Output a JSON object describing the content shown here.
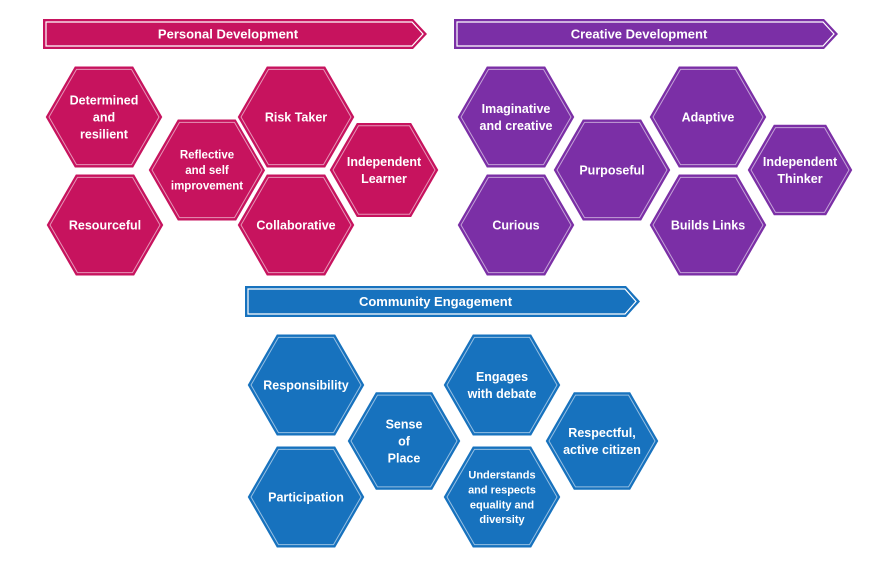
{
  "colors": {
    "personal": "#c7135e",
    "creative": "#7b2fa6",
    "community": "#1772be",
    "outline": "#ffffff"
  },
  "sections": [
    {
      "id": "personal",
      "title": "Personal Development",
      "hexagons": [
        {
          "id": "determined",
          "label": "Determined\nand\nresilient"
        },
        {
          "id": "resourceful",
          "label": "Resourceful"
        },
        {
          "id": "reflective",
          "label": "Reflective\nand self\nimprovement"
        },
        {
          "id": "risk-taker",
          "label": "Risk Taker"
        },
        {
          "id": "collaborative",
          "label": "Collaborative"
        },
        {
          "id": "independent-learner",
          "label": "Independent\nLearner"
        }
      ]
    },
    {
      "id": "creative",
      "title": "Creative Development",
      "hexagons": [
        {
          "id": "imaginative",
          "label": "Imaginative\nand creative"
        },
        {
          "id": "curious",
          "label": "Curious"
        },
        {
          "id": "purposeful",
          "label": "Purposeful"
        },
        {
          "id": "adaptive",
          "label": "Adaptive"
        },
        {
          "id": "builds-links",
          "label": "Builds Links"
        },
        {
          "id": "independent-thinker",
          "label": "Independent\nThinker"
        }
      ]
    },
    {
      "id": "community",
      "title": "Community Engagement",
      "hexagons": [
        {
          "id": "responsibility",
          "label": "Responsibility"
        },
        {
          "id": "participation",
          "label": "Participation"
        },
        {
          "id": "sense-of-place",
          "label": "Sense\nof\nPlace"
        },
        {
          "id": "engages-with-debate",
          "label": "Engages\nwith debate"
        },
        {
          "id": "understands-and-respects",
          "label": "Understands\nand respects\nequality and\ndiversity"
        },
        {
          "id": "respectful-active-citizen",
          "label": "Respectful,\nactive citizen"
        }
      ]
    }
  ]
}
